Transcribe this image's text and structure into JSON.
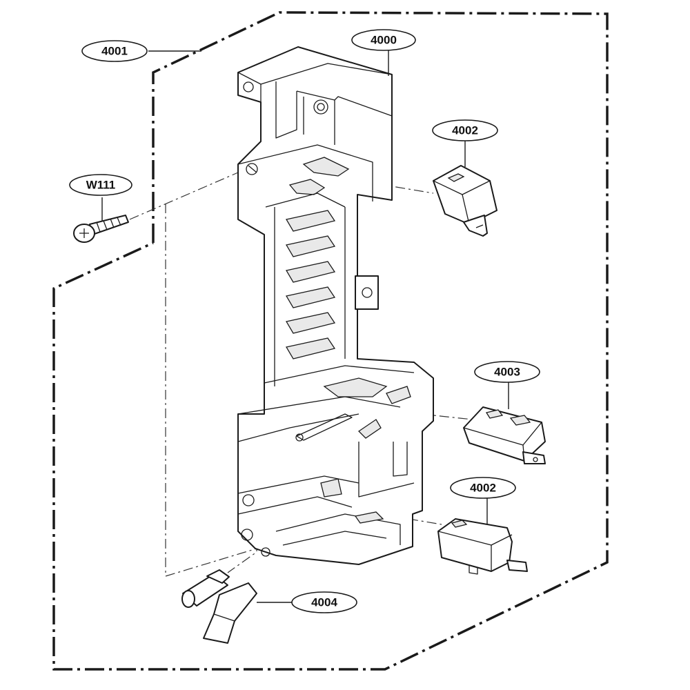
{
  "callouts": {
    "c4000": "4000",
    "c4001": "4001",
    "c4002_top": "4002",
    "c4003": "4003",
    "c4002_bottom": "4002",
    "c4004": "4004",
    "cW111": "W111"
  },
  "colors": {
    "line": "#1a1a1a",
    "background": "#ffffff",
    "shade": "#e9e9e9"
  }
}
